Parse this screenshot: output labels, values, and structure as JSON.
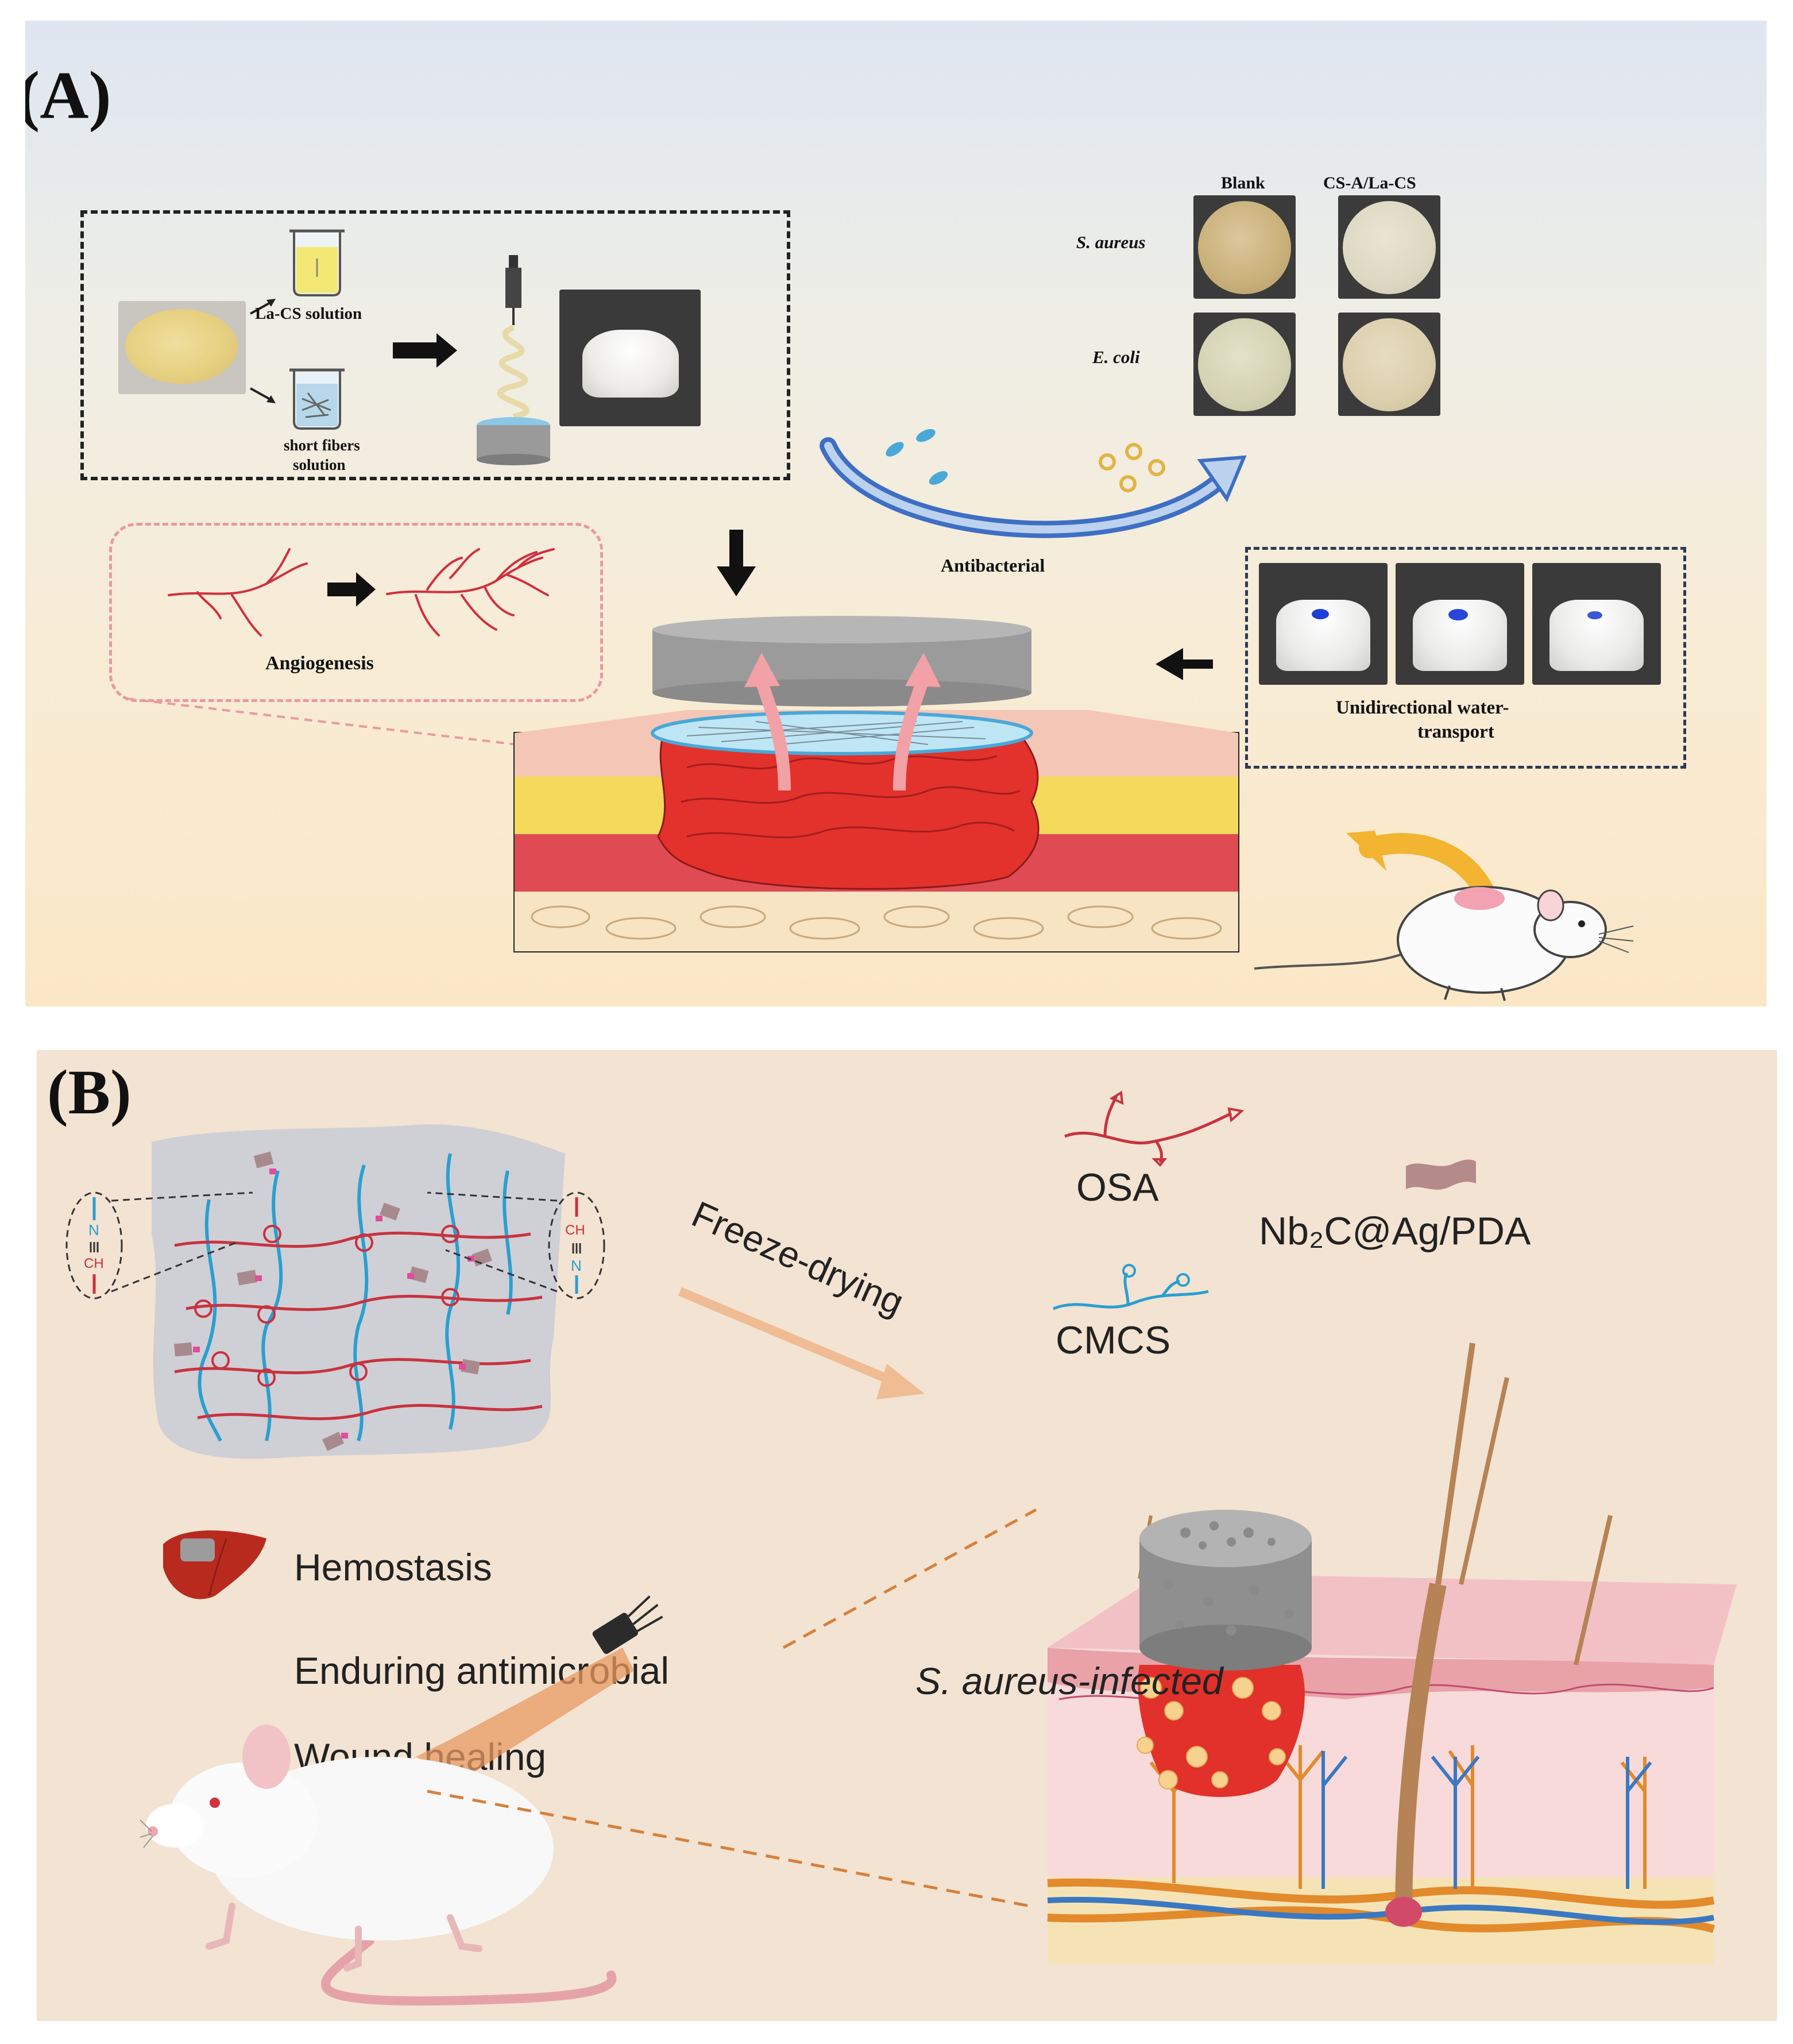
{
  "panel_a": {
    "label": "(A)",
    "prep": {
      "solution_1": "La-CS solution",
      "solution_2_line1": "short fibers",
      "solution_2_line2": "solution"
    },
    "antibacterial": {
      "col_blank": "Blank",
      "col_treated": "CS-A/La-CS",
      "row_1": "S. aureus",
      "row_2": "E. coli",
      "caption": "Antibacterial"
    },
    "angiogenesis": "Angiogenesis",
    "water_transport": {
      "line1": "Unidirectional water-",
      "line2": "transport"
    }
  },
  "panel_b": {
    "label": "(B)",
    "process": "Freeze-drying",
    "legend": {
      "osa": "OSA",
      "cmcs": "CMCS",
      "nanosheet": "Nb₂C@Ag/PDA"
    },
    "bond_left": {
      "top": "N",
      "bottom": "CH"
    },
    "bond_right": {
      "top": "CH",
      "bottom": "N"
    },
    "functions": [
      "Hemostasis",
      "Enduring antimicrobial",
      "Wound healing"
    ],
    "infection": "S. aureus-infected"
  },
  "colors": {
    "osa_chain": "#c8323f",
    "cmcs_chain": "#2a9fd0",
    "nanosheet": "#b58a8a",
    "wound_red": "#e0312c",
    "bacteria_blue": "#4aa8d8",
    "arrow_yellow": "#f2b431"
  }
}
